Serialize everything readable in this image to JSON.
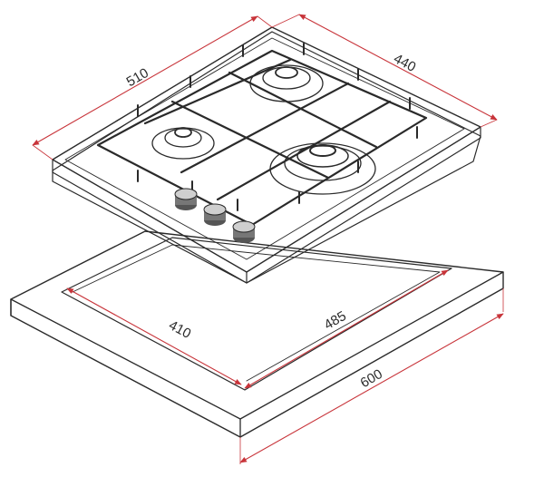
{
  "dimensions": {
    "hob_width": "510",
    "hob_depth": "440",
    "cutout_width": "485",
    "cutout_depth": "410",
    "cabinet_width": "600"
  },
  "colors": {
    "dimension_line": "#c8343a",
    "outline": "#2a2a2a",
    "background": "#ffffff"
  }
}
